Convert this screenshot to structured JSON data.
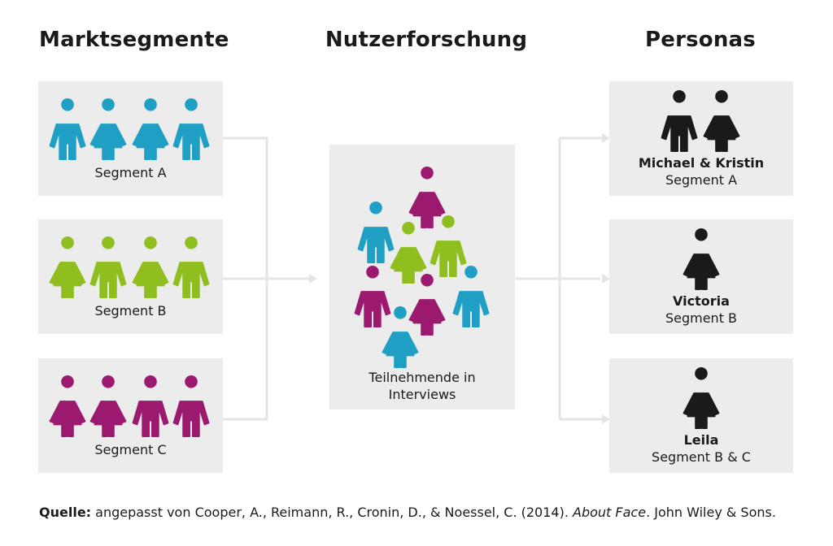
{
  "colors": {
    "segment_a": "#1e9fc3",
    "segment_b": "#8ebf1e",
    "segment_c": "#9b1a6f",
    "persona": "#1a1a1a",
    "box": "#ececec",
    "connector": "#e6e6e6"
  },
  "headings": {
    "left": "Marktsegmente",
    "center": "Nutzerforschung",
    "right": "Personas"
  },
  "segments": [
    {
      "label": "Segment A",
      "icons": [
        "male-icon",
        "female-icon",
        "female-icon",
        "male-icon"
      ]
    },
    {
      "label": "Segment B",
      "icons": [
        "female-icon",
        "male-icon",
        "female-icon",
        "male-icon"
      ]
    },
    {
      "label": "Segment C",
      "icons": [
        "female-icon",
        "female-icon",
        "male-icon",
        "male-icon"
      ]
    }
  ],
  "research": {
    "label_line1": "Teilnehmende in",
    "label_line2": "Interviews"
  },
  "personas": [
    {
      "name": "Michael & Kristin",
      "segment": "Segment A"
    },
    {
      "name": "Victoria",
      "segment": "Segment B"
    },
    {
      "name": "Leila",
      "segment": "Segment B & C"
    }
  ],
  "source": {
    "prefix": "Quelle:",
    "text": " angepasst von Cooper, A., Reimann, R., Cronin, D., & Noessel, C. (2014). ",
    "book": "About Face",
    "suffix": ". John Wiley & Sons."
  }
}
